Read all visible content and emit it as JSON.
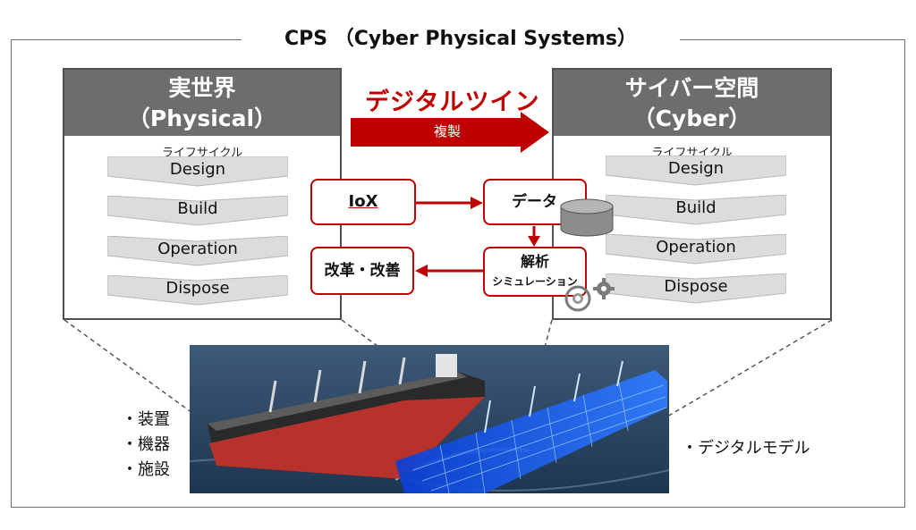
{
  "title": "CPS （Cyber Physical Systems）",
  "physical": {
    "heading_line1": "実世界",
    "heading_line2": "（Physical）",
    "lifecycle_label": "ライフサイクル",
    "stages": [
      "Design",
      "Build",
      "Operation",
      "Dispose"
    ]
  },
  "cyber": {
    "heading_line1": "サイバー空間",
    "heading_line2": "（Cyber）",
    "lifecycle_label": "ライフサイクル",
    "stages": [
      "Design",
      "Build",
      "Operation",
      "Dispose"
    ]
  },
  "digital_twin": {
    "label": "デジタルツイン",
    "arrow_label": "複製"
  },
  "flow": {
    "iox": "IoX",
    "data": "データ",
    "analysis_line1": "解析",
    "analysis_line2": "シミュレーション",
    "improvement": "改革・改善"
  },
  "physical_items": [
    "・装置",
    "・機器",
    "・施設"
  ],
  "cyber_item": "・デジタルモデル",
  "colors": {
    "accent_red": "#c00000",
    "panel_header": "#6d6d6d",
    "chevron_fill": "#dcdcdc",
    "digital_ship": "#1e6cff",
    "sea": "#2c4a6b"
  },
  "icons": [
    "database-icon",
    "gear-icon",
    "ship-photo"
  ]
}
